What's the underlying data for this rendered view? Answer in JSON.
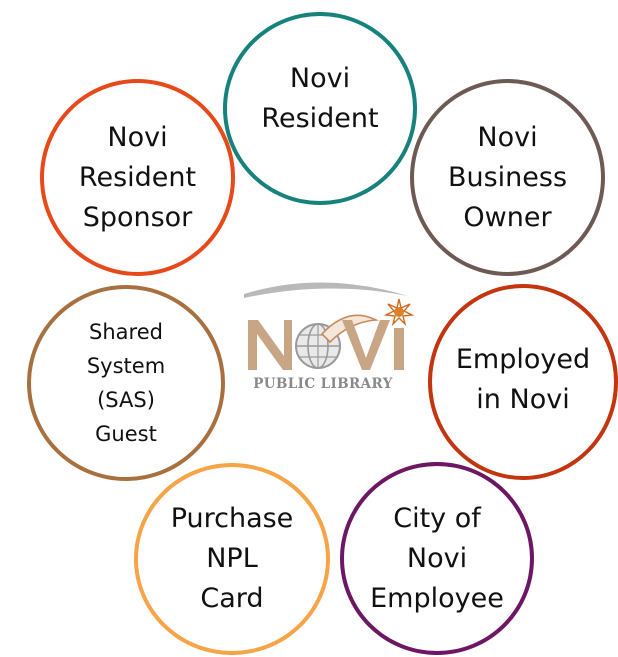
{
  "logo": {
    "wordmark": "NOVI",
    "subtitle": "PUBLIC LIBRARY"
  },
  "circles": [
    {
      "id": "resident",
      "label": "Novi\nResident",
      "color": "#17827c"
    },
    {
      "id": "sponsor",
      "label": "Novi\nResident\nSponsor",
      "color": "#e8491a"
    },
    {
      "id": "business",
      "label": "Novi\nBusiness\nOwner",
      "color": "#6e5a55"
    },
    {
      "id": "sas",
      "label": "Shared\nSystem\n(SAS)\nGuest",
      "color": "#a8703f"
    },
    {
      "id": "employed",
      "label": "Employed\nin Novi",
      "color": "#c2350e"
    },
    {
      "id": "purchase",
      "label": "Purchase\nNPL\nCard",
      "color": "#f5a447"
    },
    {
      "id": "employee",
      "label": "City of\nNovi\nEmployee",
      "color": "#6c1664"
    }
  ]
}
